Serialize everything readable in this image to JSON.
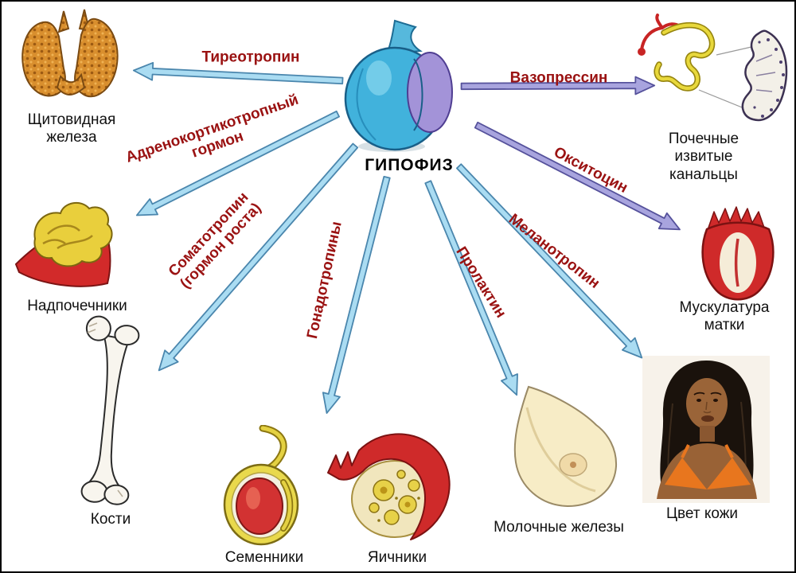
{
  "title": "ГИПОФИЗ",
  "colors": {
    "label_text": "#9a1212",
    "caption_text": "#111111",
    "arrow_blue_fill": "#aadcf2",
    "arrow_blue_stroke": "#4a86ad",
    "arrow_purple_fill": "#a8a4de",
    "arrow_purple_stroke": "#55519b",
    "background": "#ffffff"
  },
  "hormones": {
    "thyrotropin": {
      "label": "Тиреотропин"
    },
    "vasopressin": {
      "label": "Вазопрессин"
    },
    "acth": {
      "label": "Адренокортикотропный\nгормон"
    },
    "somatotropin": {
      "label": "Соматотропин\n(гормон роста)"
    },
    "gonadotropins": {
      "label": "Гонадотропины"
    },
    "prolactin": {
      "label": "Пролактин"
    },
    "melanotropin": {
      "label": "Меланотропин"
    },
    "oxytocin": {
      "label": "Окситоцин"
    }
  },
  "organs": {
    "thyroid": {
      "caption": "Щитовидная\nжелеза"
    },
    "kidney_tubules": {
      "caption": "Почечные\nизвитые канальцы"
    },
    "adrenal": {
      "caption": "Надпочечники"
    },
    "bone": {
      "caption": "Кости"
    },
    "testes": {
      "caption": "Семенники"
    },
    "ovaries": {
      "caption": "Яичники"
    },
    "mammary": {
      "caption": "Молочные железы"
    },
    "skin": {
      "caption": "Цвет кожи"
    },
    "uterus": {
      "caption": "Мускулатура\nматки"
    }
  }
}
